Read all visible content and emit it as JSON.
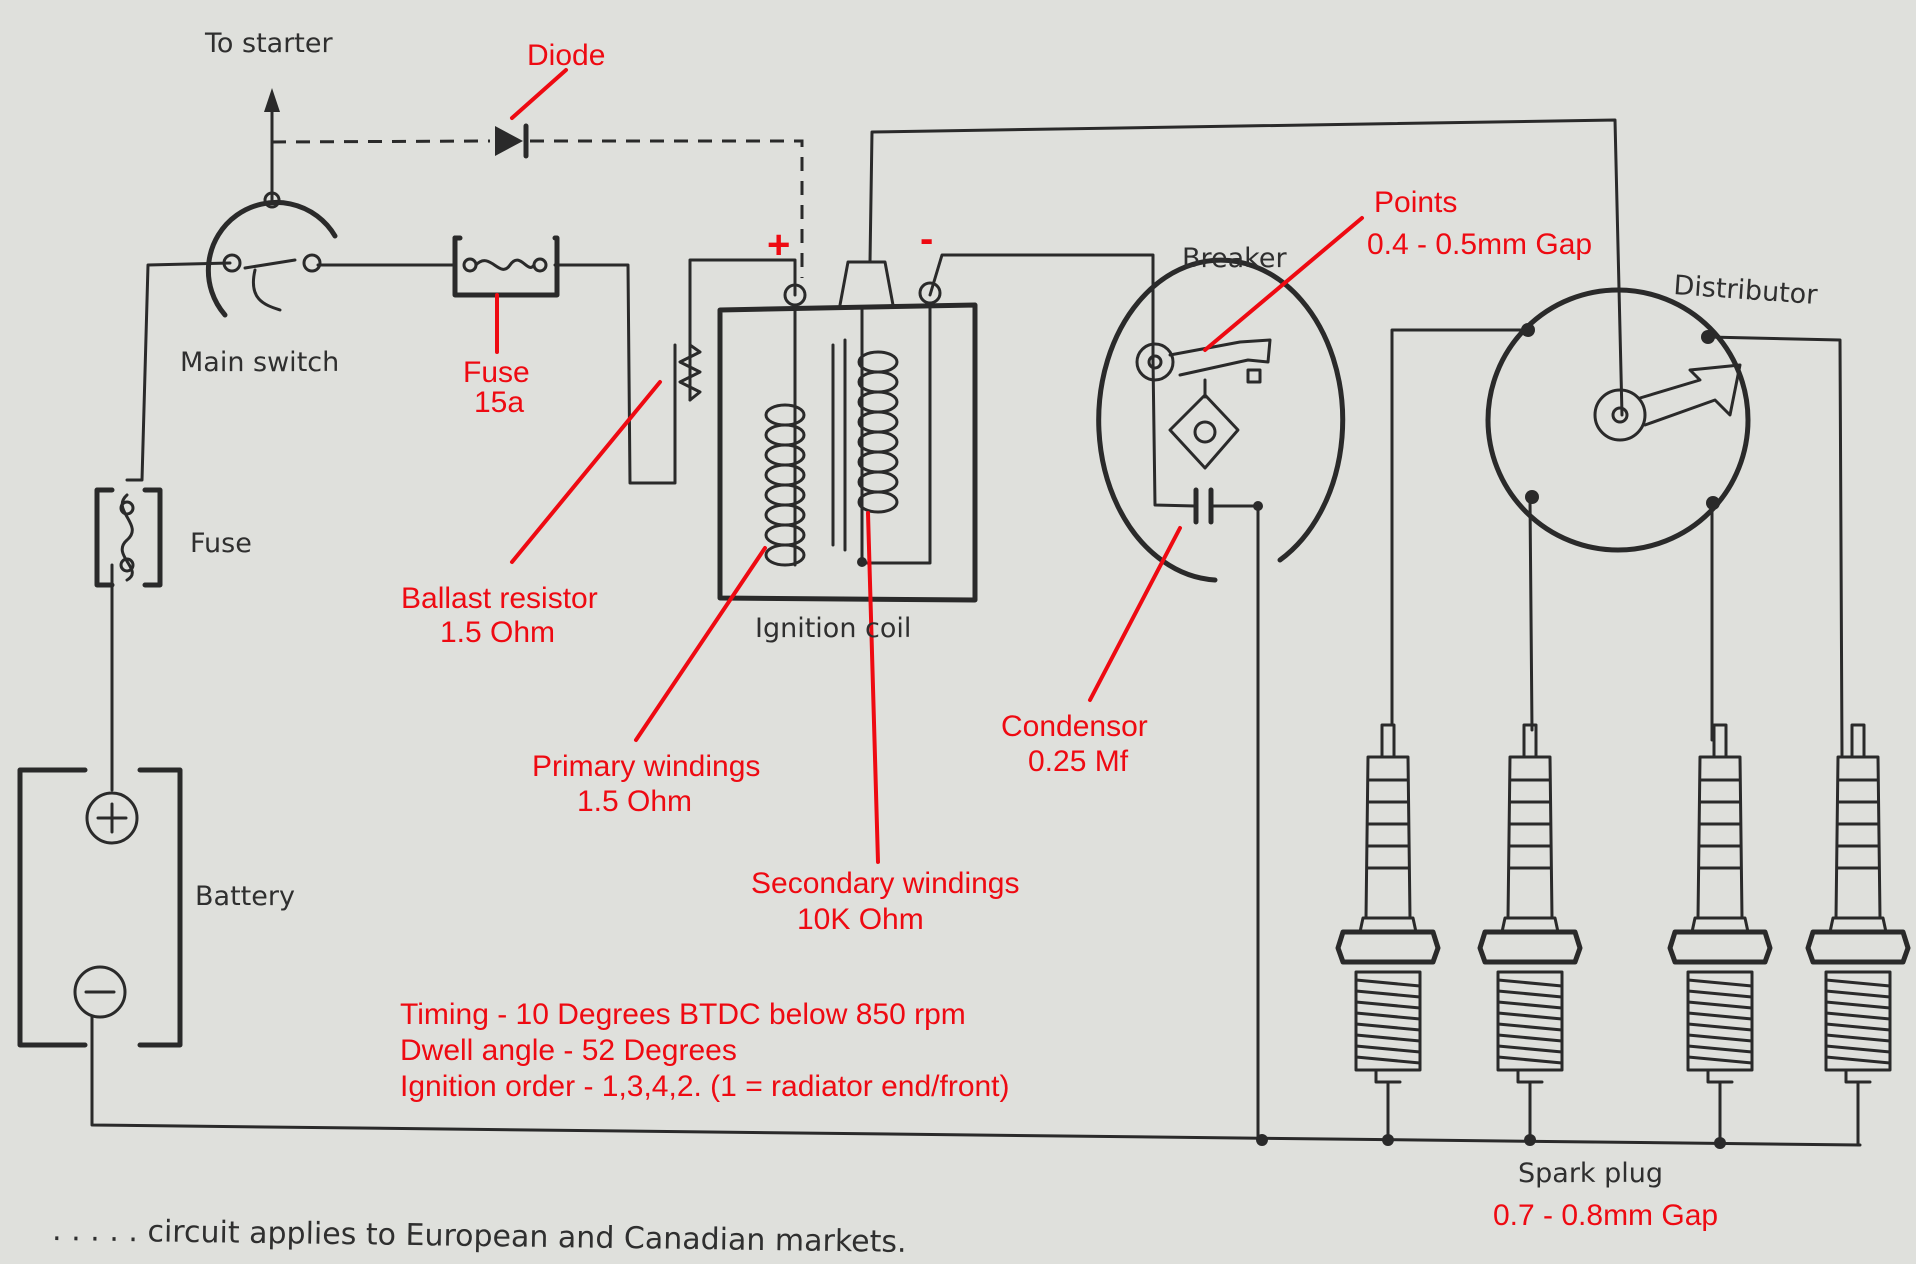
{
  "labels": {
    "to_starter": "To starter",
    "main_switch": "Main switch",
    "fuse": "Fuse",
    "battery": "Battery",
    "ignition_coil": "Ignition coil",
    "breaker": "Breaker",
    "distributor": "Distributor",
    "spark_plug": "Spark plug"
  },
  "annotations": {
    "diode": "Diode",
    "plus": "+",
    "minus": "-",
    "fuse_main": "Fuse",
    "fuse_rating": "15a",
    "points": "Points",
    "points_gap": "0.4 - 0.5mm Gap",
    "ballast_resistor": "Ballast resistor",
    "ballast_value": "1.5 Ohm",
    "primary_windings": "Primary windings",
    "primary_value": "1.5 Ohm",
    "secondary_windings": "Secondary windings",
    "secondary_value": "10K Ohm",
    "condensor": "Condensor",
    "condensor_value": "0.25 Mf",
    "spark_gap": "0.7 - 0.8mm Gap",
    "timing": "Timing - 10 Degrees BTDC below 850 rpm",
    "dwell": "Dwell angle - 52 Degrees",
    "ignition_order": "Ignition order - 1,3,4,2.  (1 = radiator end/front)"
  },
  "footer": ". . . . . circuit applies to European and Canadian markets.",
  "colors": {
    "annotation": "#ee0a12",
    "ink": "#2a2a2a",
    "paper": "#dfe0dc"
  }
}
